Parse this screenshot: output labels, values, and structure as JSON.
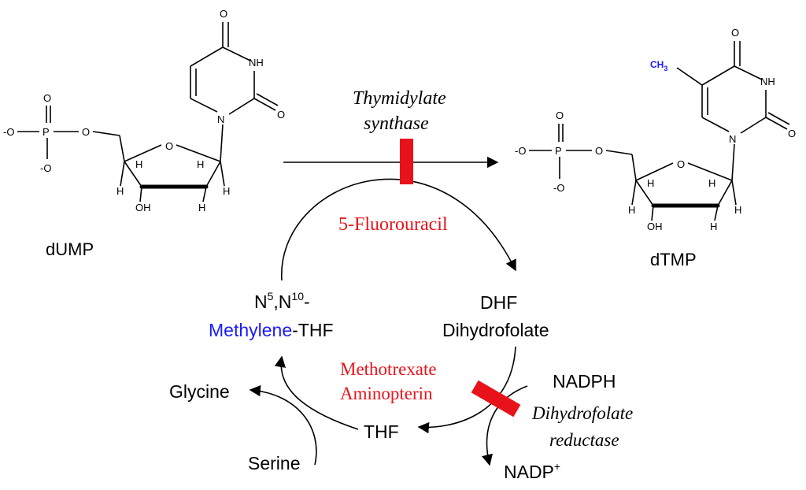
{
  "molecules": {
    "dump_label": "dUMP",
    "dtmp_label": "dTMP",
    "atoms": {
      "O": "O",
      "O_minus": "-O",
      "P": "P",
      "NH": "NH",
      "N": "N",
      "H": "H",
      "OH": "OH",
      "CH3": "CH3"
    }
  },
  "enzymes": {
    "ts_line1": "Thymidylate",
    "ts_line2": "synthase",
    "dhfr_line1": "Dihydrofolate",
    "dhfr_line2": "reductase"
  },
  "inhibitors": {
    "fluorouracil": "5-Fluorouracil",
    "methotrexate": "Methotrexate",
    "aminopterin": "Aminopterin"
  },
  "metabolites": {
    "n5n10_line1": "N5,N10-",
    "methylene": "Methylene",
    "thf_suffix": "-THF",
    "dhf": "DHF",
    "dihydrofolate": "Dihydrofolate",
    "thf": "THF",
    "nadph": "NADPH",
    "nadp": "NADP+",
    "glycine": "Glycine",
    "serine": "Serine"
  },
  "colors": {
    "inhibitor": "#e8131a",
    "methyl": "#1a1aff",
    "text": "#000000"
  }
}
